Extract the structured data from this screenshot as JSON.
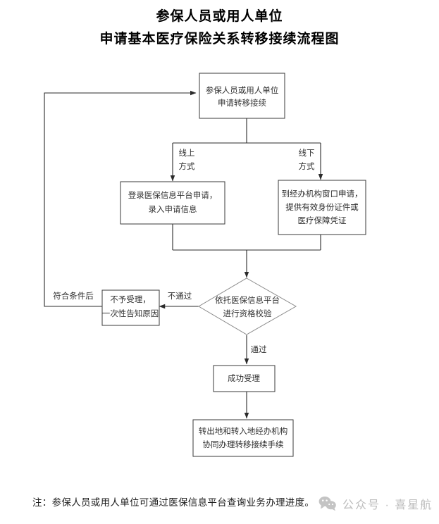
{
  "title": {
    "line1": "参保人员或用人单位",
    "line2": "申请基本医疗保险关系转移接续流程图"
  },
  "nodes": {
    "start": {
      "line1": "参保人员或用人单位",
      "line2": "申请转移接续"
    },
    "online": {
      "line1": "登录医保信息平台申请，",
      "line2": "录入申请信息"
    },
    "offline": {
      "line1": "到经办机构窗口申请，",
      "line2": "提供有效身份证件或",
      "line3": "医疗保障凭证"
    },
    "decision": {
      "line1": "依托医保信息平台",
      "line2": "进行资格校验"
    },
    "reject": {
      "line1": "不予受理，",
      "line2": "一次性告知原因"
    },
    "accepted": {
      "line1": "成功受理"
    },
    "final": {
      "line1": "转出地和转入地经办机构",
      "line2": "协同办理转移接续手续"
    }
  },
  "edge_labels": {
    "online_branch_l1": "线上",
    "online_branch_l2": "方式",
    "offline_branch_l1": "线下",
    "offline_branch_l2": "方式",
    "fail": "不通过",
    "pass": "通过",
    "loop_back": "符合条件后"
  },
  "footer": {
    "note": "注：参保人员或用人单位可通过医保信息平台查询业务办理进度。"
  },
  "watermark": {
    "text": "公众号 · 喜星航",
    "icon": "wechat-icon",
    "color": "#bcbcbc"
  },
  "colors": {
    "box_stroke": "#3a3a3a",
    "diamond_stroke": "#8a8a8a",
    "connector": "#2b2b2b",
    "text": "#2f2f2f",
    "background": "#ffffff"
  }
}
